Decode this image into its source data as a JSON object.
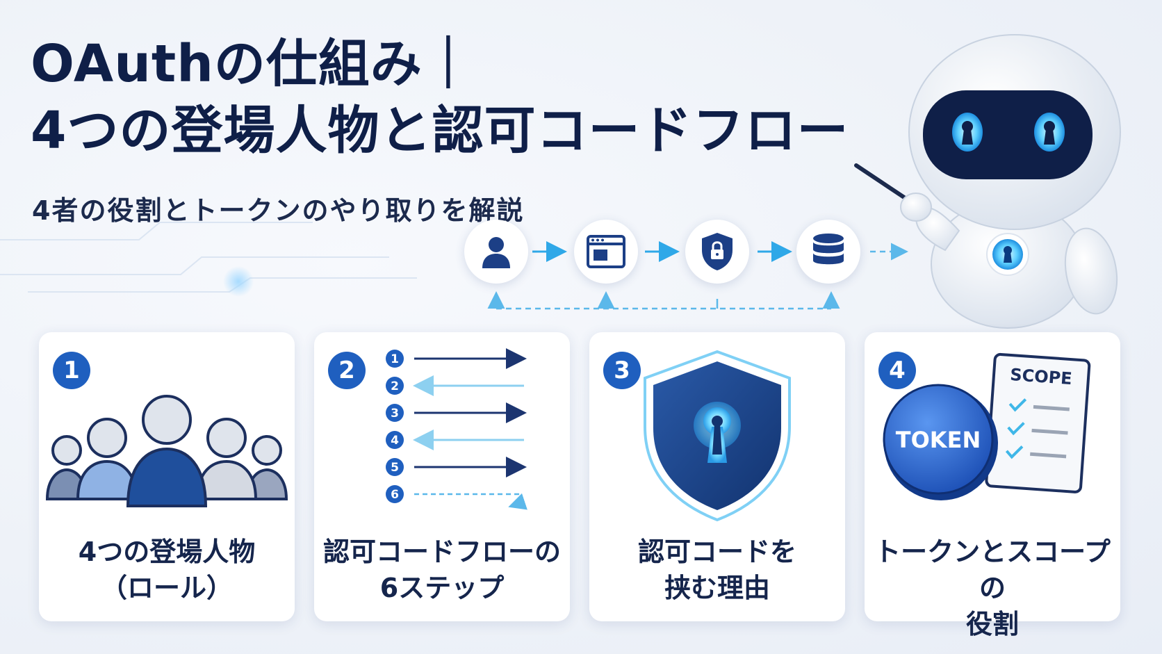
{
  "header": {
    "title_line1": "OAuthの仕組み｜",
    "title_line2": "4つの登場人物と認可コードフロー",
    "subtitle": "4者の役割とトークンのやり取りを解説"
  },
  "flow": {
    "nodes": [
      {
        "icon": "user-icon"
      },
      {
        "icon": "browser-window-icon"
      },
      {
        "icon": "shield-lock-icon"
      },
      {
        "icon": "database-icon"
      }
    ]
  },
  "cards": [
    {
      "number": "1",
      "label_line1": "4つの登場人物",
      "label_line2": "（ロール）",
      "icon": "people-group-icon"
    },
    {
      "number": "2",
      "label_line1": "認可コードフローの",
      "label_line2": "6ステップ",
      "icon": "step-arrows-icon",
      "steps": [
        "1",
        "2",
        "3",
        "4",
        "5",
        "6"
      ]
    },
    {
      "number": "3",
      "label_line1": "認可コードを",
      "label_line2": "挟む理由",
      "icon": "shield-keyhole-icon"
    },
    {
      "number": "4",
      "label_line1": "トークンとスコープの",
      "label_line2": "役割",
      "icon": "token-scope-icon",
      "token_text": "TOKEN",
      "scope_text": "SCOPE"
    }
  ],
  "colors": {
    "navy": "#0f1f48",
    "accent_blue": "#1f5fbf",
    "light_blue": "#2fa8e8",
    "pale_blue": "#9fd4f0"
  }
}
